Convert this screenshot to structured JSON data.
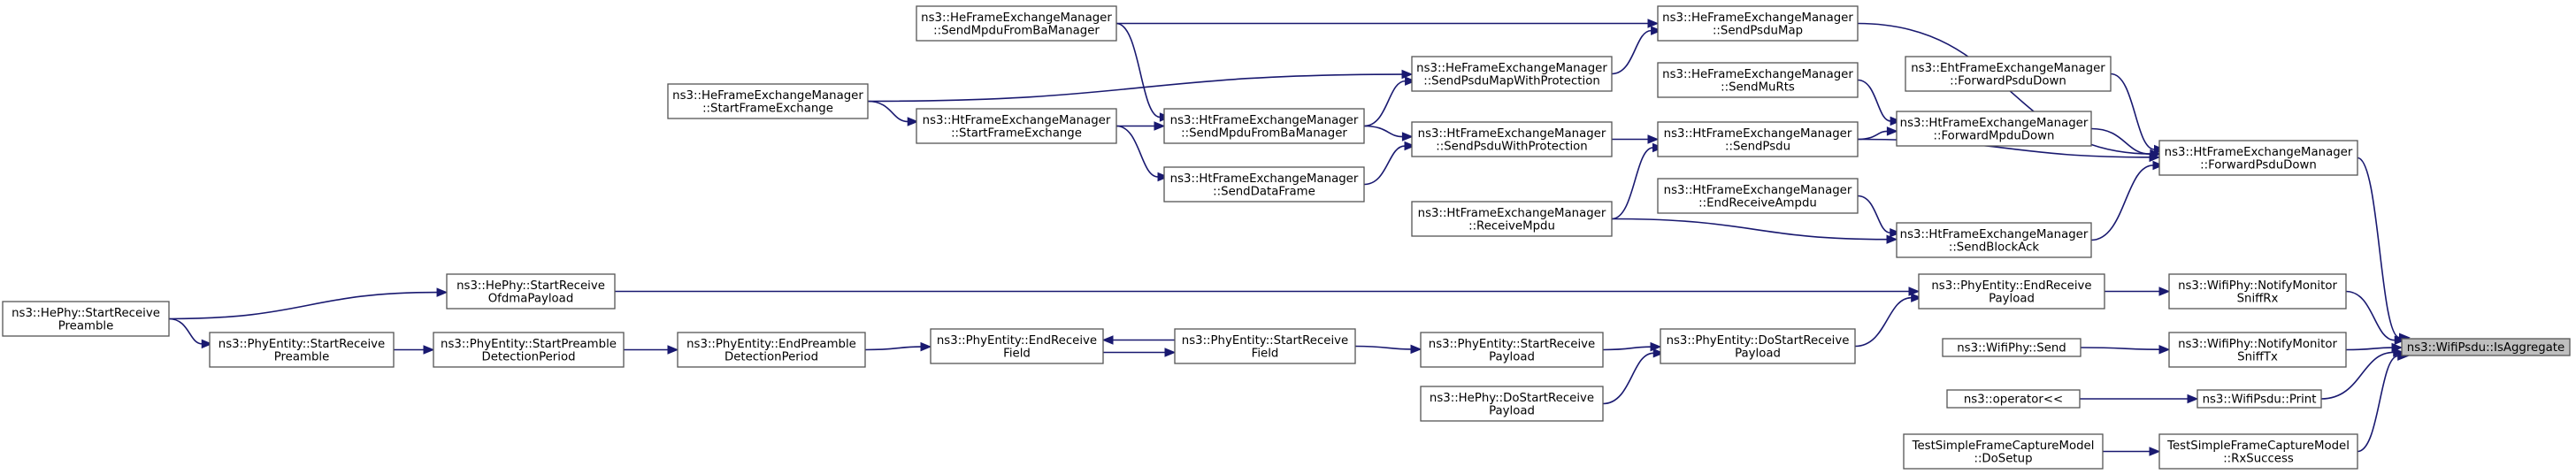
{
  "diagram": {
    "colors": {
      "edge": "#191970",
      "node_border": "#555555",
      "root_fill": "#bfbfbf",
      "node_fill": "#ffffff"
    },
    "nodes": [
      {
        "id": "isAggregate",
        "lines": [
          "ns3::WifiPsdu::IsAggregate"
        ],
        "root": true
      },
      {
        "id": "htForwardPsduDown",
        "lines": [
          "ns3::HtFrameExchangeManager",
          "::ForwardPsduDown"
        ]
      },
      {
        "id": "wifiPhyNotifyMonitorSniffRx",
        "lines": [
          "ns3::WifiPhy::NotifyMonitor",
          "SniffRx"
        ]
      },
      {
        "id": "wifiPhyNotifyMonitorSniffTx",
        "lines": [
          "ns3::WifiPhy::NotifyMonitor",
          "SniffTx"
        ]
      },
      {
        "id": "wifiPsduPrint",
        "lines": [
          "ns3::WifiPsdu::Print"
        ]
      },
      {
        "id": "testRxSuccess",
        "lines": [
          "TestSimpleFrameCaptureModel",
          "::RxSuccess"
        ]
      },
      {
        "id": "heSendPsduMap",
        "lines": [
          "ns3::HeFrameExchangeManager",
          "::SendPsduMap"
        ]
      },
      {
        "id": "ehtForwardPsduDown",
        "lines": [
          "ns3::EhtFrameExchangeManager",
          "::ForwardPsduDown"
        ]
      },
      {
        "id": "htForwardMpduDown",
        "lines": [
          "ns3::HtFrameExchangeManager",
          "::ForwardMpduDown"
        ]
      },
      {
        "id": "htSendPsdu",
        "lines": [
          "ns3::HtFrameExchangeManager",
          "::SendPsdu"
        ]
      },
      {
        "id": "htSendBlockAck",
        "lines": [
          "ns3::HtFrameExchangeManager",
          "::SendBlockAck"
        ]
      },
      {
        "id": "heSendMuRts",
        "lines": [
          "ns3::HeFrameExchangeManager",
          "::SendMuRts"
        ]
      },
      {
        "id": "htEndReceiveAmpdu",
        "lines": [
          "ns3::HtFrameExchangeManager",
          "::EndReceiveAmpdu"
        ]
      },
      {
        "id": "htReceiveMpdu",
        "lines": [
          "ns3::HtFrameExchangeManager",
          "::ReceiveMpdu"
        ]
      },
      {
        "id": "heSendPsduMapWithProtection",
        "lines": [
          "ns3::HeFrameExchangeManager",
          "::SendPsduMapWithProtection"
        ]
      },
      {
        "id": "htSendPsduWithProtection",
        "lines": [
          "ns3::HtFrameExchangeManager",
          "::SendPsduWithProtection"
        ]
      },
      {
        "id": "heSendMpduFromBaManager",
        "lines": [
          "ns3::HeFrameExchangeManager",
          "::SendMpduFromBaManager"
        ]
      },
      {
        "id": "heStartFrameExchange",
        "lines": [
          "ns3::HeFrameExchangeManager",
          "::StartFrameExchange"
        ]
      },
      {
        "id": "htStartFrameExchange",
        "lines": [
          "ns3::HtFrameExchangeManager",
          "::StartFrameExchange"
        ]
      },
      {
        "id": "htSendMpduFromBaManager",
        "lines": [
          "ns3::HtFrameExchangeManager",
          "::SendMpduFromBaManager"
        ]
      },
      {
        "id": "htSendDataFrame",
        "lines": [
          "ns3::HtFrameExchangeManager",
          "::SendDataFrame"
        ]
      },
      {
        "id": "phyEntityEndReceivePayload",
        "lines": [
          "ns3::PhyEntity::EndReceive",
          "Payload"
        ]
      },
      {
        "id": "hePhyStartReceiveOfdmaPayload",
        "lines": [
          "ns3::HePhy::StartReceive",
          "OfdmaPayload"
        ]
      },
      {
        "id": "hePhyStartReceivePreamble",
        "lines": [
          "ns3::HePhy::StartReceive",
          "Preamble"
        ]
      },
      {
        "id": "phyEntityStartReceivePreamble",
        "lines": [
          "ns3::PhyEntity::StartReceive",
          "Preamble"
        ]
      },
      {
        "id": "phyEntityStartPreambleDetectionPeriod",
        "lines": [
          "ns3::PhyEntity::StartPreamble",
          "DetectionPeriod"
        ]
      },
      {
        "id": "phyEntityEndPreambleDetectionPeriod",
        "lines": [
          "ns3::PhyEntity::EndPreamble",
          "DetectionPeriod"
        ]
      },
      {
        "id": "phyEntityEndReceiveField",
        "lines": [
          "ns3::PhyEntity::EndReceive",
          "Field"
        ]
      },
      {
        "id": "phyEntityStartReceiveField",
        "lines": [
          "ns3::PhyEntity::StartReceive",
          "Field"
        ]
      },
      {
        "id": "phyEntityStartReceivePayload",
        "lines": [
          "ns3::PhyEntity::StartReceive",
          "Payload"
        ]
      },
      {
        "id": "phyEntityDoStartReceivePayload",
        "lines": [
          "ns3::PhyEntity::DoStartReceive",
          "Payload"
        ]
      },
      {
        "id": "hePhyDoStartReceivePayload",
        "lines": [
          "ns3::HePhy::DoStartReceive",
          "Payload"
        ]
      },
      {
        "id": "wifiPhySend",
        "lines": [
          "ns3::WifiPhy::Send"
        ]
      },
      {
        "id": "operatorShift",
        "lines": [
          "ns3::operator<<"
        ]
      },
      {
        "id": "testDoSetup",
        "lines": [
          "TestSimpleFrameCaptureModel",
          "::DoSetup"
        ]
      }
    ],
    "edges": [
      {
        "from": "htForwardPsduDown",
        "to": "isAggregate"
      },
      {
        "from": "wifiPhyNotifyMonitorSniffRx",
        "to": "isAggregate"
      },
      {
        "from": "wifiPhyNotifyMonitorSniffTx",
        "to": "isAggregate"
      },
      {
        "from": "wifiPsduPrint",
        "to": "isAggregate"
      },
      {
        "from": "testRxSuccess",
        "to": "isAggregate"
      },
      {
        "from": "heSendPsduMap",
        "to": "htForwardPsduDown"
      },
      {
        "from": "ehtForwardPsduDown",
        "to": "htForwardPsduDown"
      },
      {
        "from": "htForwardMpduDown",
        "to": "htForwardPsduDown"
      },
      {
        "from": "htSendPsdu",
        "to": "htForwardPsduDown"
      },
      {
        "from": "htSendBlockAck",
        "to": "htForwardPsduDown"
      },
      {
        "from": "heSendMuRts",
        "to": "htForwardMpduDown"
      },
      {
        "from": "htSendPsdu",
        "to": "htForwardMpduDown"
      },
      {
        "from": "htEndReceiveAmpdu",
        "to": "htSendBlockAck"
      },
      {
        "from": "htReceiveMpdu",
        "to": "htSendBlockAck"
      },
      {
        "from": "heSendMpduFromBaManager",
        "to": "heSendPsduMap"
      },
      {
        "from": "heSendPsduMapWithProtection",
        "to": "heSendPsduMap"
      },
      {
        "from": "heStartFrameExchange",
        "to": "heSendPsduMapWithProtection"
      },
      {
        "from": "htSendMpduFromBaManager",
        "to": "heSendPsduMapWithProtection"
      },
      {
        "from": "htSendPsduWithProtection",
        "to": "htSendPsdu"
      },
      {
        "from": "htReceiveMpdu",
        "to": "htSendPsdu"
      },
      {
        "from": "htSendMpduFromBaManager",
        "to": "htSendPsduWithProtection"
      },
      {
        "from": "htSendDataFrame",
        "to": "htSendPsduWithProtection"
      },
      {
        "from": "heSendMpduFromBaManager",
        "to": "htSendMpduFromBaManager"
      },
      {
        "from": "htStartFrameExchange",
        "to": "htSendMpduFromBaManager"
      },
      {
        "from": "htStartFrameExchange",
        "to": "htSendDataFrame"
      },
      {
        "from": "heStartFrameExchange",
        "to": "htStartFrameExchange"
      },
      {
        "from": "phyEntityEndReceivePayload",
        "to": "wifiPhyNotifyMonitorSniffRx"
      },
      {
        "from": "hePhyStartReceiveOfdmaPayload",
        "to": "phyEntityEndReceivePayload"
      },
      {
        "from": "phyEntityDoStartReceivePayload",
        "to": "phyEntityEndReceivePayload"
      },
      {
        "from": "hePhyStartReceivePreamble",
        "to": "hePhyStartReceiveOfdmaPayload"
      },
      {
        "from": "hePhyStartReceivePreamble",
        "to": "phyEntityStartReceivePreamble"
      },
      {
        "from": "phyEntityStartReceivePreamble",
        "to": "phyEntityStartPreambleDetectionPeriod"
      },
      {
        "from": "phyEntityStartPreambleDetectionPeriod",
        "to": "phyEntityEndPreambleDetectionPeriod"
      },
      {
        "from": "phyEntityEndPreambleDetectionPeriod",
        "to": "phyEntityEndReceiveField"
      },
      {
        "from": "phyEntityEndReceiveField",
        "to": "phyEntityStartReceiveField"
      },
      {
        "from": "phyEntityStartReceiveField",
        "to": "phyEntityEndReceiveField"
      },
      {
        "from": "phyEntityStartReceiveField",
        "to": "phyEntityStartReceivePayload"
      },
      {
        "from": "phyEntityStartReceivePayload",
        "to": "phyEntityDoStartReceivePayload"
      },
      {
        "from": "hePhyDoStartReceivePayload",
        "to": "phyEntityDoStartReceivePayload"
      },
      {
        "from": "wifiPhySend",
        "to": "wifiPhyNotifyMonitorSniffTx"
      },
      {
        "from": "operatorShift",
        "to": "wifiPsduPrint"
      },
      {
        "from": "testDoSetup",
        "to": "testRxSuccess"
      }
    ]
  }
}
